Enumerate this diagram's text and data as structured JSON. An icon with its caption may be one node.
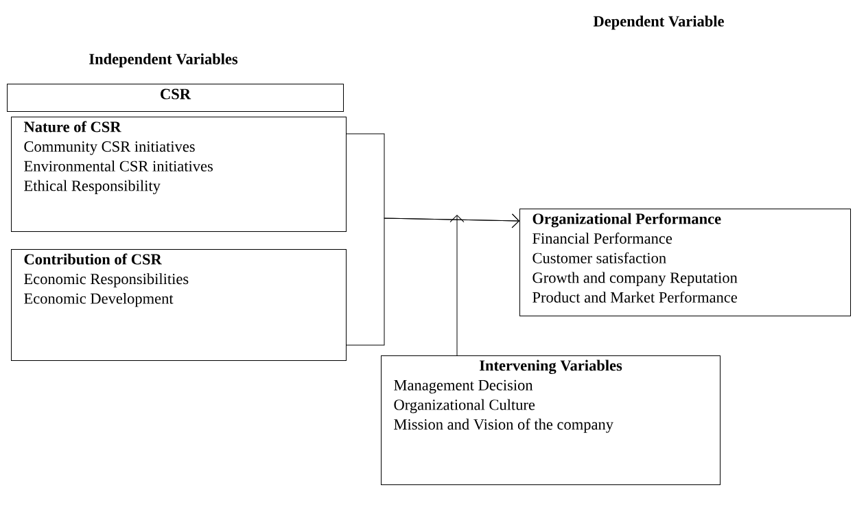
{
  "diagram": {
    "nodes": [
      {
        "text": [
          "CSR"
        ]
      },
      {
        "text": [
          "Nature of CSR",
          "Community CSR initiatives",
          "Environmental CSR initiatives",
          "Ethical Responsibility"
        ]
      },
      {
        "text": [
          "Contribution of CSR",
          "Economic Responsibilities",
          "Economic Development"
        ]
      },
      {
        "text": [
          "Organizational Performance",
          "Financial Performance",
          "Customer satisfaction",
          "Growth and company Reputation",
          "Product and Market Performance"
        ]
      },
      {
        "text": [
          "Intervening Variables",
          "Management Decision",
          "Organizational Culture",
          "Mission and Vision of the company"
        ]
      }
    ],
    "edges": [
      {
        "from": 1,
        "to": 3,
        "arrow": "to"
      },
      {
        "from": 2,
        "to": 3,
        "arrow": "to"
      },
      {
        "from": 4,
        "to": null,
        "arrow": "to"
      }
    ],
    "labels": [
      "Dependent Variable",
      "Independent Variables"
    ]
  }
}
